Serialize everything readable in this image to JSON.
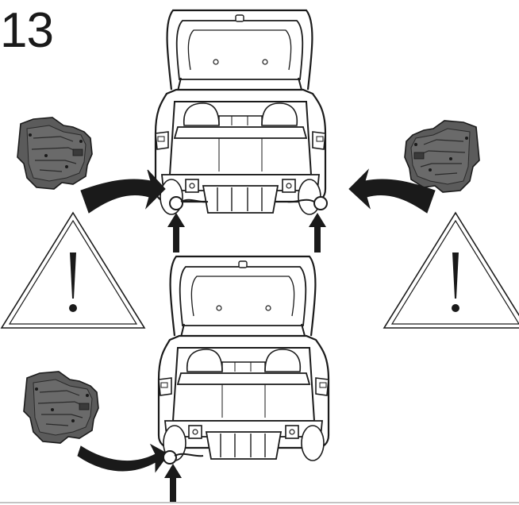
{
  "step": {
    "number": "13"
  },
  "colors": {
    "line": "#1a1a1a",
    "paper": "#ffffff",
    "panel_fill": "#5b5b5b",
    "panel_dark": "#3a3a3a",
    "arrow_fill": "#1a1a1a"
  },
  "icons": {
    "warning": "warning-triangle-icon",
    "arrow": "curved-arrow-icon",
    "up_arrow": "up-arrow-icon",
    "panel": "underbody-cover-panel"
  },
  "views": [
    {
      "name": "top-view",
      "panels": [
        "left",
        "right"
      ],
      "up_arrows": [
        "left",
        "right"
      ]
    },
    {
      "name": "bottom-view",
      "panels": [
        "left"
      ],
      "up_arrows": [
        "left"
      ]
    }
  ]
}
